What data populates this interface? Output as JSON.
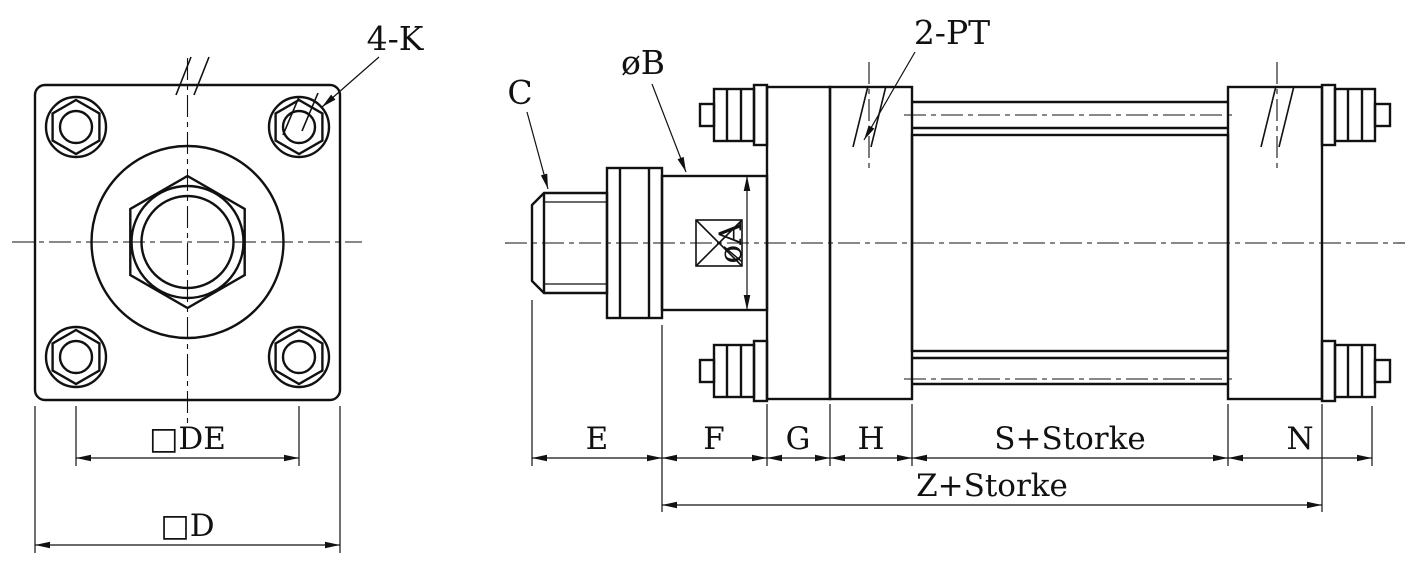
{
  "colors": {
    "line": "#111111",
    "background": "#ffffff"
  },
  "front_view": {
    "callout_bolts": "4-K",
    "dim_bolt_spacing": "□DE",
    "dim_outer_square": "□D"
  },
  "side_view": {
    "callout_rod_end": "C",
    "callout_rod_diameter": "øB",
    "callout_ports": "2-PT",
    "dim_rod_diameter": "øA",
    "dims_row1": [
      "E",
      "F",
      "G",
      "H",
      "S+Storke",
      "N"
    ],
    "dim_overall": "Z+Storke"
  }
}
